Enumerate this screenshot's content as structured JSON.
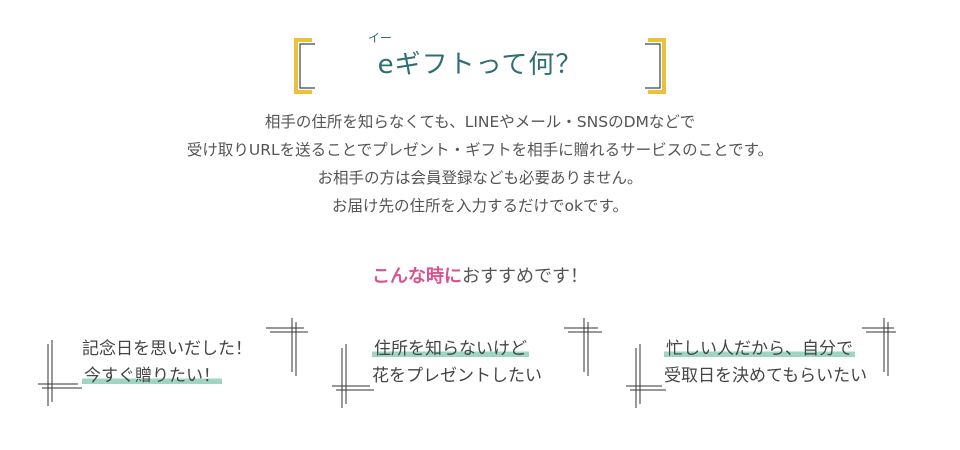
{
  "heading": {
    "ruby": "イー",
    "title": "eギフトって何？",
    "accent_color": "#e9c23e",
    "title_color": "#2f6f73"
  },
  "description": {
    "lines": [
      "相手の住所を知らなくても、LINEやメール・SNSのDMなどで",
      "受け取りURLを送ることでプレゼント・ギフトを相手に贈れるサービスのことです。",
      "お相手の方は会員登録なども必要ありません。",
      "お届け先の住所を入力するだけでokです。"
    ]
  },
  "subheading": {
    "accent": "こんな時に",
    "rest": "おすすめです！",
    "accent_color": "#d7548f"
  },
  "cases": [
    {
      "line1": "記念日を思いだした！",
      "line2": "今すぐ贈りたい！",
      "marked_line": 2
    },
    {
      "line1": "住所を知らないけど",
      "line2": "花をプレゼントしたい",
      "marked_line": 1
    },
    {
      "line1": "忙しい人だから、自分で",
      "line2": "受取日を決めてもらいたい",
      "marked_line": 1
    }
  ],
  "highlight_color": "#9fd6c3"
}
